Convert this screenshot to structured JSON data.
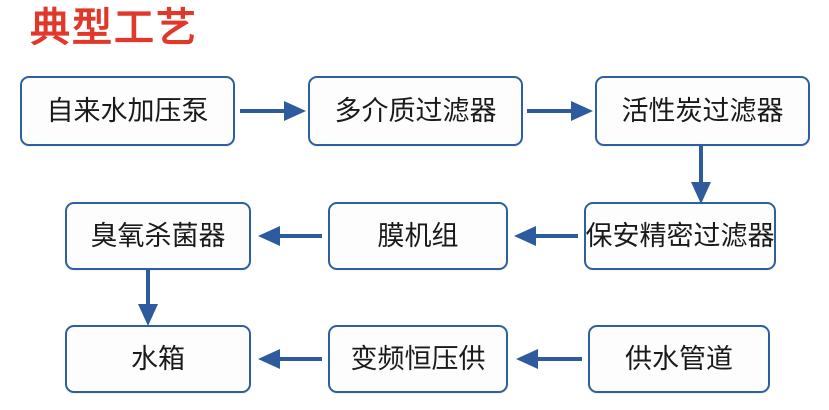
{
  "title": "典型工艺",
  "colors": {
    "title_red": "#e0392c",
    "node_border_blue": "#2e5fa3",
    "arrow_blue": "#2e5b9e",
    "background": "#ffffff",
    "text": "#1a1a1a"
  },
  "nodes": [
    {
      "id": "tap-water-booster-pump",
      "label": "自来水加压泵",
      "row": 1,
      "col": 1
    },
    {
      "id": "multi-media-filter",
      "label": "多介质过滤器",
      "row": 1,
      "col": 2
    },
    {
      "id": "activated-carbon-filter",
      "label": "活性炭过滤器",
      "row": 1,
      "col": 3
    },
    {
      "id": "ozone-sterilizer",
      "label": "臭氧杀菌器",
      "row": 2,
      "col": 1
    },
    {
      "id": "membrane-unit",
      "label": "膜机组",
      "row": 2,
      "col": 2
    },
    {
      "id": "security-precision-filter",
      "label": "保安精密过滤器",
      "row": 2,
      "col": 3
    },
    {
      "id": "water-tank",
      "label": "水箱",
      "row": 3,
      "col": 1
    },
    {
      "id": "vfd-constant-pressure-supply",
      "label": "变频恒压供",
      "row": 3,
      "col": 2
    },
    {
      "id": "water-supply-pipeline",
      "label": "供水管道",
      "row": 3,
      "col": 3
    }
  ],
  "edges": [
    {
      "id": "edge-pump-to-mediafilter",
      "from": "自来水加压泵",
      "to": "多介质过滤器",
      "direction": "right"
    },
    {
      "id": "edge-mediafilter-to-carbon",
      "from": "多介质过滤器",
      "to": "活性炭过滤器",
      "direction": "right"
    },
    {
      "id": "edge-carbon-to-security",
      "from": "活性炭过滤器",
      "to": "保安精密过滤器",
      "direction": "down"
    },
    {
      "id": "edge-security-to-membrane",
      "from": "保安精密过滤器",
      "to": "膜机组",
      "direction": "left"
    },
    {
      "id": "edge-membrane-to-ozone",
      "from": "膜机组",
      "to": "臭氧杀菌器",
      "direction": "left"
    },
    {
      "id": "edge-ozone-to-watertank",
      "from": "臭氧杀菌器",
      "to": "水箱",
      "direction": "down"
    },
    {
      "id": "edge-pipeline-to-vfd",
      "from": "供水管道",
      "to": "变频恒压供",
      "direction": "left"
    },
    {
      "id": "edge-vfd-to-watertank",
      "from": "变频恒压供",
      "to": "水箱",
      "direction": "left"
    }
  ]
}
